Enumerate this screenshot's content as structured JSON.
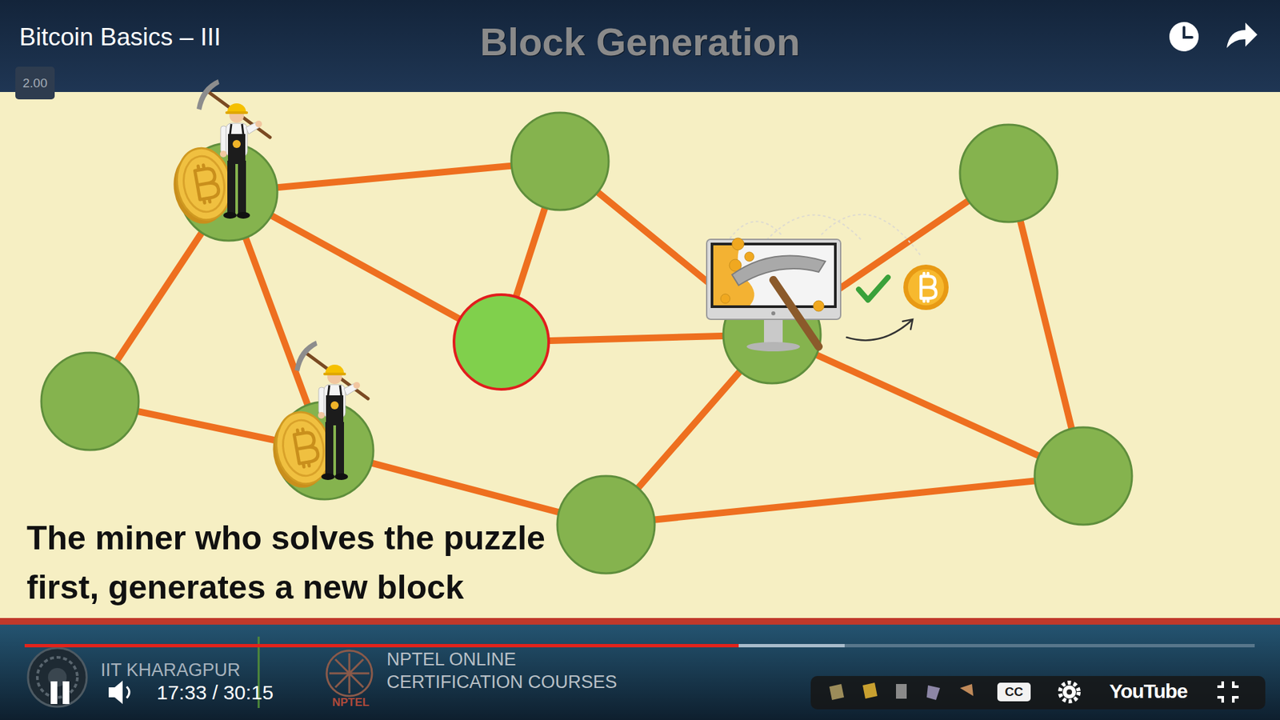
{
  "diagram": {
    "title": "Block Generation",
    "caption": "The miner who solves the puzzle first, generates a new block",
    "labels": [
      "Bitcoin Basics – III",
      "2.00",
      "IIT KHARAGPUR",
      "NPTEL ONLINE CERTIFICATION COURSES",
      "NPTEL",
      "17:33 / 30:15",
      "CC",
      "YouTube"
    ]
  }
}
